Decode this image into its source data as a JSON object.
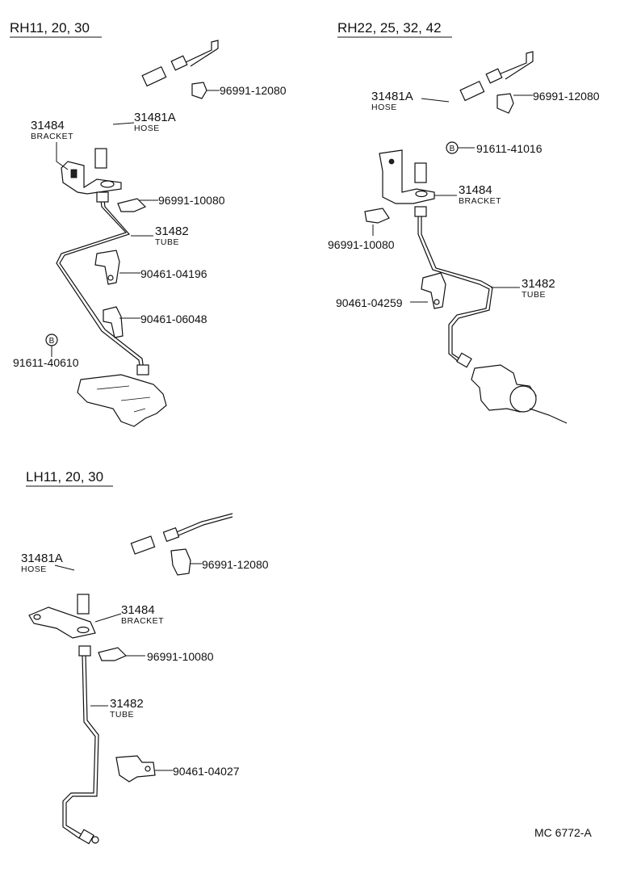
{
  "sections": {
    "rh11": {
      "heading": "RH11, 20, 30"
    },
    "rh22": {
      "heading": "RH22, 25, 32, 42"
    },
    "lh11": {
      "heading": "LH11, 20, 30"
    }
  },
  "labels": {
    "bracket": {
      "number": "31484",
      "name": "BRACKET"
    },
    "hose": {
      "number": "31481A",
      "name": "HOSE"
    },
    "tube": {
      "number": "31482",
      "name": "TUBE"
    },
    "clip_12080": "96991-12080",
    "clip_10080": "96991-10080",
    "clamp_04196": "90461-04196",
    "clamp_06048": "90461-06048",
    "clamp_04259": "90461-04259",
    "clamp_04027": "90461-04027",
    "bolt_40610": "91611-40610",
    "bolt_41016": "91611-41016",
    "bolt_marker": "B"
  },
  "footer": {
    "code": "MC  6772-A"
  }
}
